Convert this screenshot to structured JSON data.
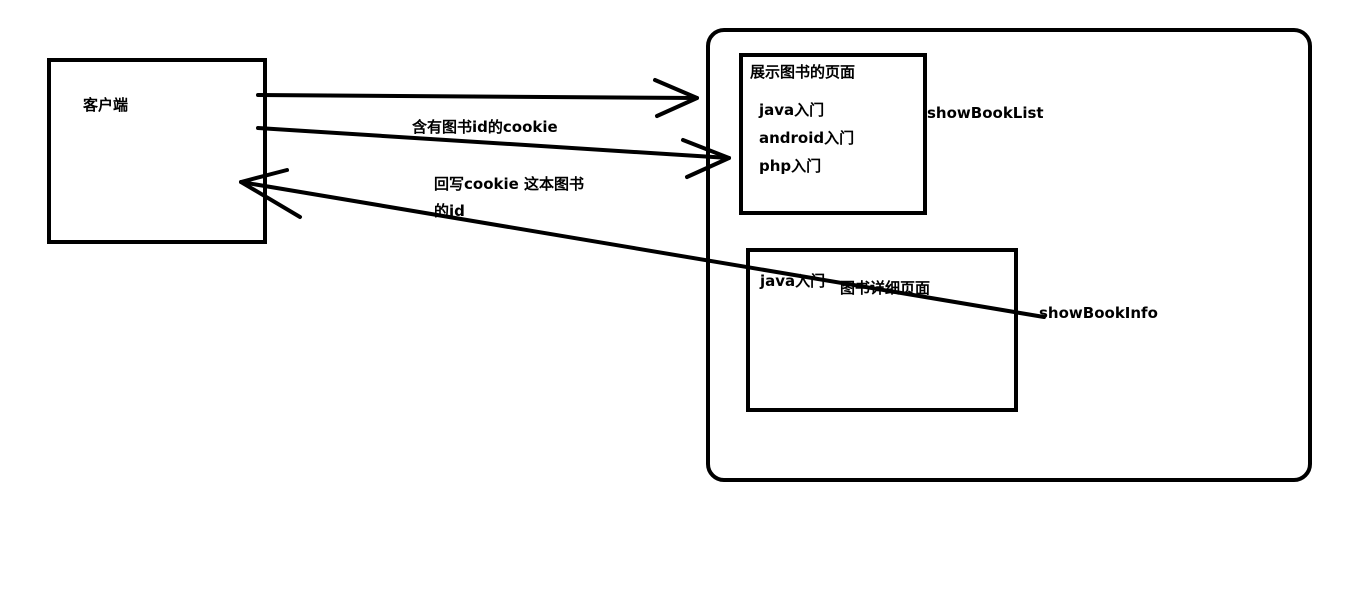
{
  "client": {
    "label": "客户端"
  },
  "server": {
    "list_page": {
      "title": "展示图书的页面",
      "books": [
        "java入门",
        "android入门",
        "php入门"
      ],
      "servlet": "showBookList"
    },
    "info_page": {
      "book": "java入门",
      "title": "图书详细页面",
      "servlet": "showBookInfo"
    }
  },
  "arrows": {
    "request_with_cookie": "含有图书id的cookie",
    "writeback_line1": "回写cookie  这本图书",
    "writeback_line2": "的id"
  }
}
